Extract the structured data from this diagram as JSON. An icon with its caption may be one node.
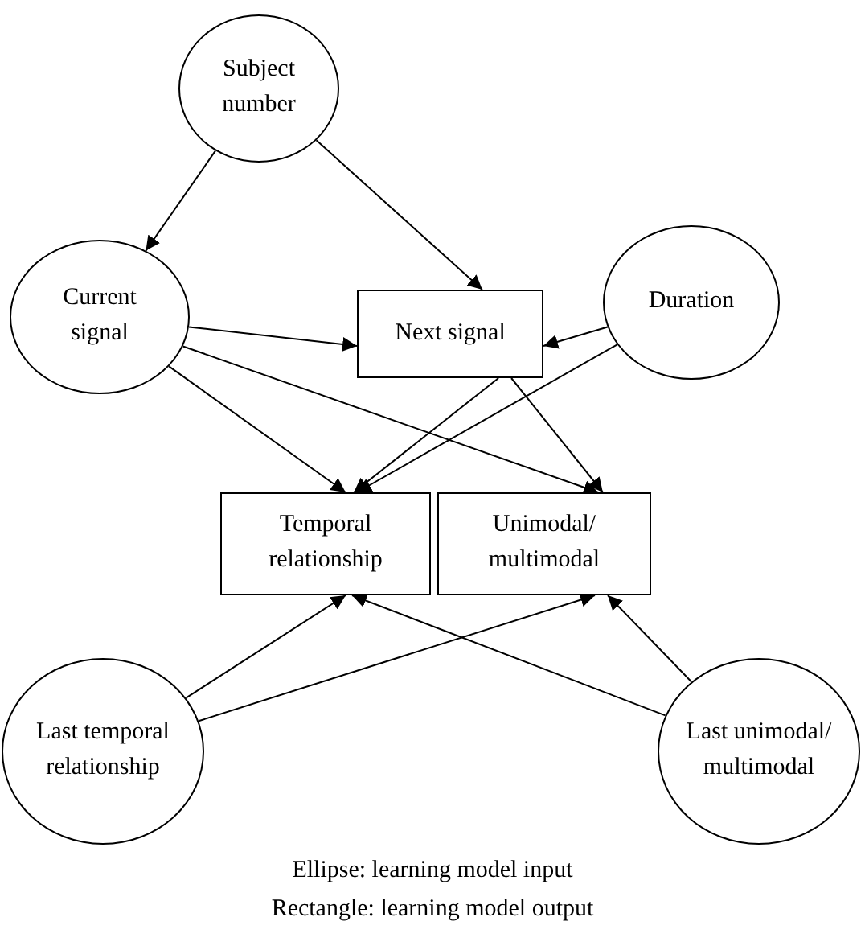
{
  "diagram": {
    "nodes": [
      {
        "text": [
          "Subject number"
        ]
      },
      {
        "text": [
          "Current signal"
        ]
      },
      {
        "text": [
          "Next signal"
        ]
      },
      {
        "text": [
          "Duration"
        ]
      },
      {
        "text": [
          "Temporal relationship"
        ]
      },
      {
        "text": [
          "Unimodal/ multimodal"
        ]
      },
      {
        "text": [
          "Last temporal relationship"
        ]
      },
      {
        "text": [
          "Last unimodal/ multimodal"
        ]
      }
    ],
    "edges": [
      {
        "from": 0,
        "to": 1,
        "arrow": "to"
      },
      {
        "from": 0,
        "to": 2,
        "arrow": "to"
      },
      {
        "from": 1,
        "to": 2,
        "arrow": "to"
      },
      {
        "from": 3,
        "to": 2,
        "arrow": "to"
      },
      {
        "from": 1,
        "to": 4,
        "arrow": "to"
      },
      {
        "from": 1,
        "to": 5,
        "arrow": "to"
      },
      {
        "from": 2,
        "to": 4,
        "arrow": "to"
      },
      {
        "from": 2,
        "to": 5,
        "arrow": "to"
      },
      {
        "from": 3,
        "to": 4,
        "arrow": "to"
      },
      {
        "from": 6,
        "to": 4,
        "arrow": "to"
      },
      {
        "from": 6,
        "to": 5,
        "arrow": "to"
      },
      {
        "from": 7,
        "to": 4,
        "arrow": "to"
      },
      {
        "from": 7,
        "to": 5,
        "arrow": "to"
      }
    ],
    "labels": [
      "Ellipse: learning model input",
      "Rectangle: learning model output"
    ]
  }
}
